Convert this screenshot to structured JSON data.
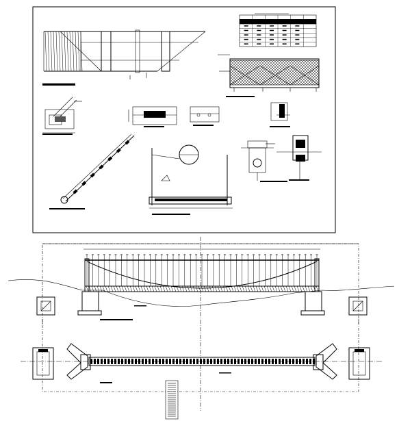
{
  "colors": {
    "ink": "#000000",
    "paper": "#ffffff"
  },
  "details_table": {
    "rows": 7,
    "cols": 6
  },
  "suspension_bridge": {
    "hangers": 40
  }
}
